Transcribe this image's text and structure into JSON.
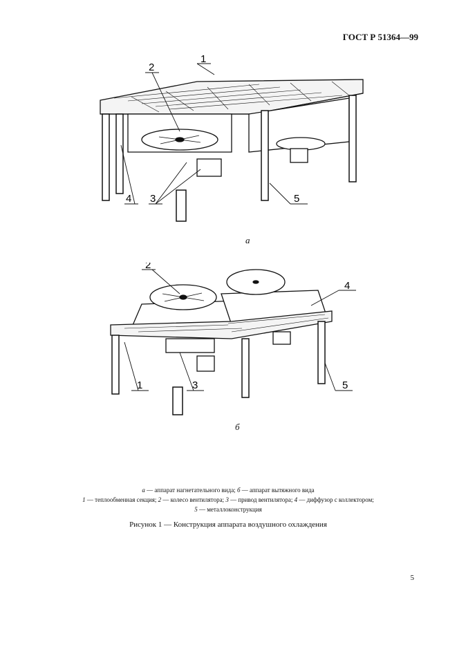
{
  "header": {
    "standard_code": "ГОСТ Р 51364—99"
  },
  "figure_a": {
    "sublabel": "а",
    "callouts": {
      "c1": "1",
      "c2": "2",
      "c3": "3",
      "c4": "4",
      "c5": "5"
    }
  },
  "figure_b": {
    "sublabel": "б",
    "callouts": {
      "c1": "1",
      "c2": "2",
      "c3": "3",
      "c4": "4",
      "c5": "5"
    }
  },
  "caption": {
    "line1_a_letter": "а",
    "line1_a_text": " — аппарат нагнетательного вида; ",
    "line1_b_letter": "б",
    "line1_b_text": " — аппарат вытяжного вида",
    "line2": {
      "n1": "1",
      "t1": " — теплообменная секция; ",
      "n2": "2",
      "t2": " — колесо вентилятора; ",
      "n3": "3",
      "t3": " — привод вентилятора; ",
      "n4": "4",
      "t4": " — диффузор с коллектором;"
    },
    "line3": {
      "n5": "5",
      "t5": " — металлоконструкция"
    }
  },
  "figure_title": "Рисунок 1 — Конструкция аппарата воздушного охлаждения",
  "page_number": "5"
}
